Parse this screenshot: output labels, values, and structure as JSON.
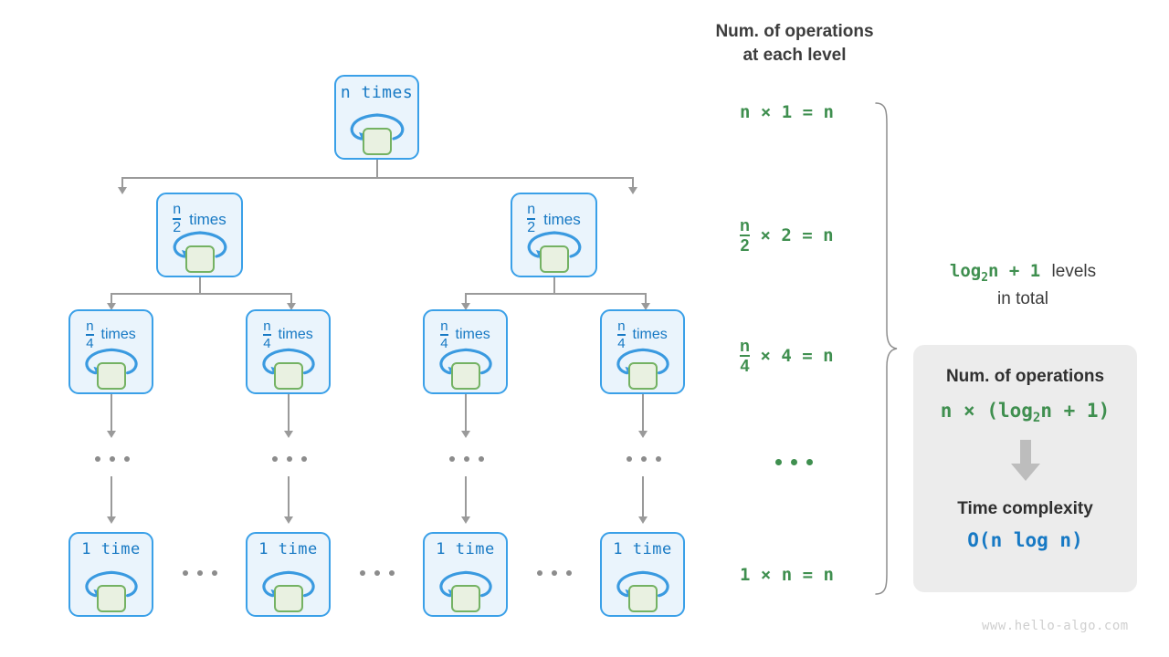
{
  "title_right": {
    "line1": "Num. of operations",
    "line2": "at each level"
  },
  "tree": {
    "levels": [
      {
        "nodes": [
          {
            "count": "n",
            "unit": "times",
            "fraction": null
          }
        ]
      },
      {
        "nodes": [
          {
            "count": null,
            "unit": "times",
            "fraction": {
              "num": "n",
              "den": "2"
            }
          },
          {
            "count": null,
            "unit": "times",
            "fraction": {
              "num": "n",
              "den": "2"
            }
          }
        ]
      },
      {
        "nodes": [
          {
            "count": null,
            "unit": "times",
            "fraction": {
              "num": "n",
              "den": "4"
            }
          },
          {
            "count": null,
            "unit": "times",
            "fraction": {
              "num": "n",
              "den": "4"
            }
          },
          {
            "count": null,
            "unit": "times",
            "fraction": {
              "num": "n",
              "den": "4"
            }
          },
          {
            "count": null,
            "unit": "times",
            "fraction": {
              "num": "n",
              "den": "4"
            }
          }
        ]
      },
      {
        "nodes": [
          {
            "count": "1",
            "unit": "time",
            "fraction": null
          },
          {
            "count": "1",
            "unit": "time",
            "fraction": null
          },
          {
            "count": "1",
            "unit": "time",
            "fraction": null
          },
          {
            "count": "1",
            "unit": "time",
            "fraction": null
          }
        ]
      }
    ],
    "ellipsis_label": "..."
  },
  "operations": [
    {
      "id": "row1",
      "fraction": null,
      "lead": "n",
      "rest": " × 1 = n"
    },
    {
      "id": "row2",
      "fraction": {
        "num": "n",
        "den": "2"
      },
      "lead": "",
      "rest": " × 2 = n"
    },
    {
      "id": "row3",
      "fraction": {
        "num": "n",
        "den": "4"
      },
      "lead": "",
      "rest": " × 4 = n"
    },
    {
      "id": "row4",
      "fraction": null,
      "lead": "",
      "rest": "•••"
    },
    {
      "id": "row5",
      "fraction": null,
      "lead": "1",
      "rest": " × n = n"
    }
  ],
  "brace_note": {
    "formula_pre": "log",
    "formula_sub": "2",
    "formula_post": "n + 1",
    "text_after": "levels",
    "line2": "in total"
  },
  "summary_card": {
    "heading1": "Num. of operations",
    "formula_pre": "n × (log",
    "formula_sub": "2",
    "formula_post": "n + 1)",
    "arrow": "down-arrow",
    "heading2": "Time complexity",
    "complexity": "O(n log n)"
  },
  "watermark": "www.hello-algo.com",
  "colors": {
    "node_fill": "#eaf4fc",
    "node_border": "#3aa0e8",
    "node_text": "#1779c4",
    "inner_fill": "#e9f1e1",
    "inner_border": "#74b263",
    "loop_arrow": "#3a9ae0",
    "green_text": "#3f8f4f",
    "edge": "#9a9a9a",
    "card_bg": "#ececec",
    "heading": "#3c3c3c",
    "watermark": "#cfcfcf"
  }
}
